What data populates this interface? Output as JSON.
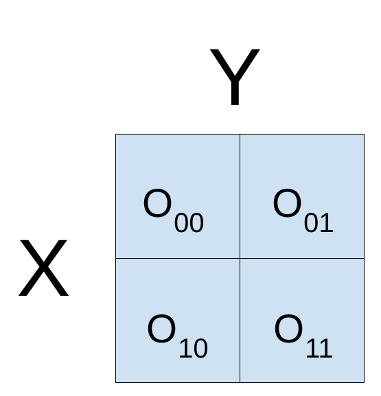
{
  "axes": {
    "x_label": "X",
    "y_label": "Y"
  },
  "cells": [
    {
      "main": "O",
      "sub": "00"
    },
    {
      "main": "O",
      "sub": "01"
    },
    {
      "main": "O",
      "sub": "10"
    },
    {
      "main": "O",
      "sub": "11"
    }
  ],
  "colors": {
    "cell_fill": "#cfe2f3",
    "border": "#000000",
    "text": "#000000",
    "background": "#ffffff"
  }
}
